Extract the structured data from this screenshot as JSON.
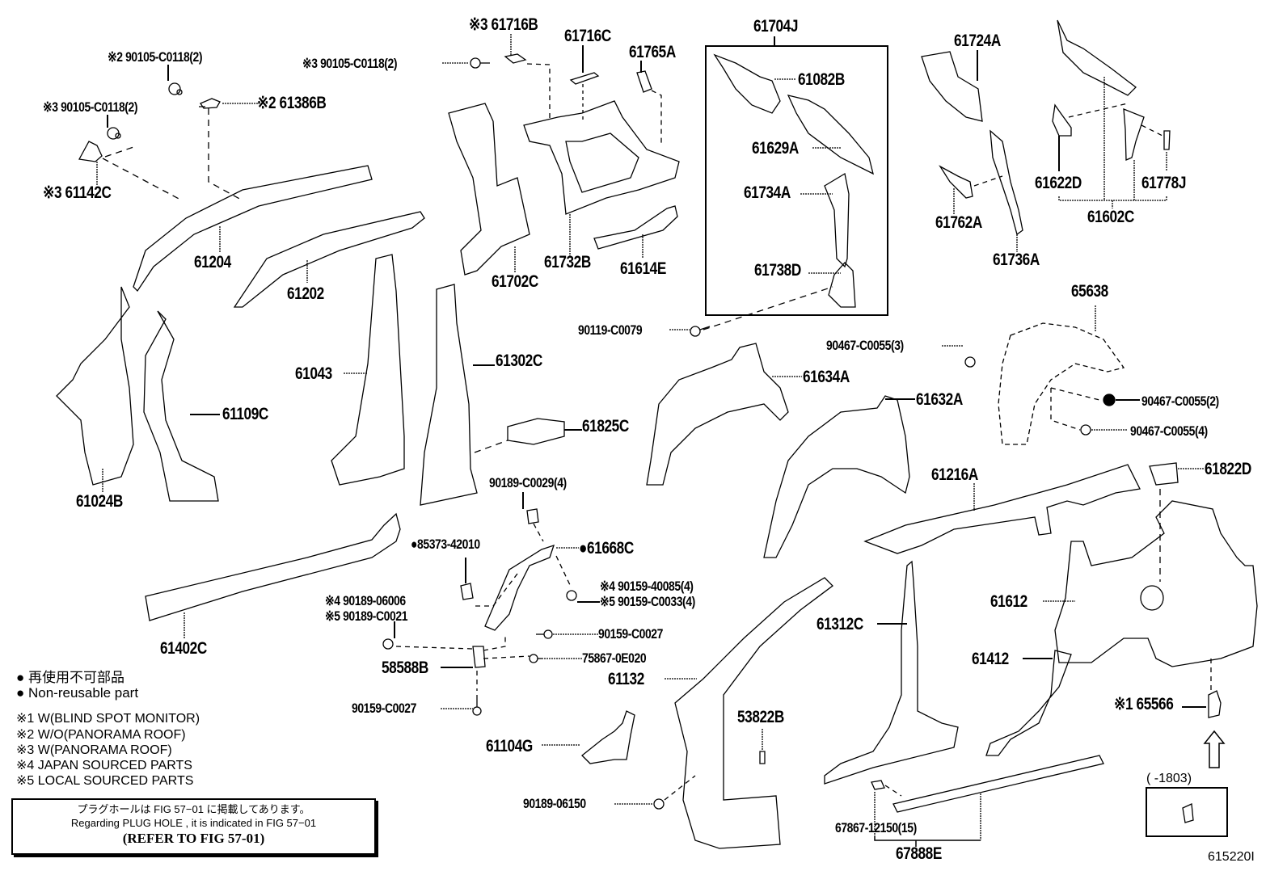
{
  "diagram": {
    "figure_id": "615220I",
    "parts": [
      {
        "id": "p1",
        "text": "※2 90105-C0118(2)"
      },
      {
        "id": "p2",
        "text": "※3 90105-C0118(2)"
      },
      {
        "id": "p3",
        "text": "※2 61386B"
      },
      {
        "id": "p4",
        "text": "※3 61142C"
      },
      {
        "id": "p5",
        "text": "※3 90105-C0118(2)"
      },
      {
        "id": "p6",
        "text": "※3 61716B"
      },
      {
        "id": "p7",
        "text": "61716C"
      },
      {
        "id": "p8",
        "text": "61765A"
      },
      {
        "id": "p9",
        "text": "61704J"
      },
      {
        "id": "p10",
        "text": "61082B"
      },
      {
        "id": "p11",
        "text": "61629A"
      },
      {
        "id": "p12",
        "text": "61734A"
      },
      {
        "id": "p13",
        "text": "61738D"
      },
      {
        "id": "p14",
        "text": "61724A"
      },
      {
        "id": "p15",
        "text": "61762A"
      },
      {
        "id": "p16",
        "text": "61736A"
      },
      {
        "id": "p17",
        "text": "61622D"
      },
      {
        "id": "p18",
        "text": "61778J"
      },
      {
        "id": "p19",
        "text": "61602C"
      },
      {
        "id": "p20",
        "text": "61204"
      },
      {
        "id": "p21",
        "text": "61202"
      },
      {
        "id": "p22",
        "text": "61702C"
      },
      {
        "id": "p23",
        "text": "61732B"
      },
      {
        "id": "p24",
        "text": "61614E"
      },
      {
        "id": "p25",
        "text": "90119-C0079"
      },
      {
        "id": "p26",
        "text": "65638"
      },
      {
        "id": "p27",
        "text": "90467-C0055(3)"
      },
      {
        "id": "p28",
        "text": "61634A"
      },
      {
        "id": "p29",
        "text": "61632A"
      },
      {
        "id": "p30",
        "text": "90467-C0055(2)"
      },
      {
        "id": "p31",
        "text": "90467-C0055(4)"
      },
      {
        "id": "p32",
        "text": "61043"
      },
      {
        "id": "p33",
        "text": "61302C"
      },
      {
        "id": "p34",
        "text": "61109C"
      },
      {
        "id": "p35",
        "text": "61024B"
      },
      {
        "id": "p36",
        "text": "61825C"
      },
      {
        "id": "p37",
        "text": "61216A"
      },
      {
        "id": "p38",
        "text": "61822D"
      },
      {
        "id": "p39",
        "text": "90189-C0029(4)"
      },
      {
        "id": "p40",
        "text": "●85373-42010"
      },
      {
        "id": "p41",
        "text": "●61668C"
      },
      {
        "id": "p42",
        "text": "※4 90159-40085(4)"
      },
      {
        "id": "p43",
        "text": "※5 90159-C0033(4)"
      },
      {
        "id": "p44",
        "text": "※4 90189-06006"
      },
      {
        "id": "p45",
        "text": "※5 90189-C0021"
      },
      {
        "id": "p46",
        "text": "90159-C0027"
      },
      {
        "id": "p47",
        "text": "75867-0E020"
      },
      {
        "id": "p48",
        "text": "58588B"
      },
      {
        "id": "p49",
        "text": "90159-C0027"
      },
      {
        "id": "p50",
        "text": "61402C"
      },
      {
        "id": "p51",
        "text": "61132"
      },
      {
        "id": "p52",
        "text": "61104G"
      },
      {
        "id": "p53",
        "text": "53822B"
      },
      {
        "id": "p54",
        "text": "90189-06150"
      },
      {
        "id": "p55",
        "text": "61312C"
      },
      {
        "id": "p56",
        "text": "61612"
      },
      {
        "id": "p57",
        "text": "61412"
      },
      {
        "id": "p58",
        "text": "※1 65566"
      },
      {
        "id": "p59",
        "text": "67867-12150(15)"
      },
      {
        "id": "p60",
        "text": "67888E"
      }
    ],
    "inset_range": "(        -1803)",
    "legend": {
      "non_reusable_jp": "● 再使用不可部品",
      "non_reusable_en": "● Non-reusable part",
      "notes": [
        "※1 W(BLIND SPOT MONITOR)",
        "※2 W/O(PANORAMA ROOF)",
        "※3 W(PANORAMA ROOF)",
        "※4 JAPAN SOURCED PARTS",
        "※5 LOCAL SOURCED PARTS"
      ]
    },
    "reference_box": {
      "line_jp": "プラグホールは FIG 57−01 に掲載してあります。",
      "line_en": "Regarding  PLUG  HOLE , it is indicated in FIG  57−01",
      "line_ref": "(REFER  TO  FIG  57-01)"
    }
  }
}
